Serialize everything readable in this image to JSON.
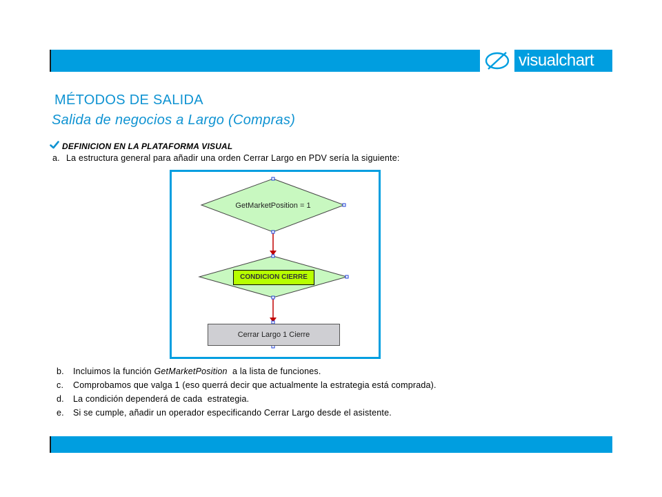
{
  "brand": {
    "logo_icon": "visualchart-logo-icon",
    "name": "visualchart",
    "color": "#009ee0"
  },
  "slide": {
    "title": "MÉTODOS DE SALIDA",
    "subtitle": "Salida de negocios a Largo (Compras)",
    "section_icon": "checkmark-icon",
    "section_heading": "DEFINICION EN LA PLATAFORMA VISUAL",
    "intro_marker": "a.",
    "intro_text": "La estructura general para añadir una orden Cerrar Largo en PDV sería la siguiente:"
  },
  "diagram": {
    "top_condition": "GetMarketPosition = 1",
    "second_condition": "CONDICION CIERRE",
    "action": "Cerrar Largo 1 Cierre",
    "colors": {
      "diamond_fill": "#c8f8c0",
      "condition_label_fill": "#b7ff00",
      "action_fill": "#cfcfd3",
      "connector": "#c00000",
      "handle": "#1c3fd8"
    }
  },
  "list": [
    {
      "marker": "b.",
      "before": "Incluimos la función ",
      "emphasis": "GetMarketPosition",
      "after": "  a la lista de funciones."
    },
    {
      "marker": "c.",
      "text": "Comprobamos que valga 1 (eso querrá decir que actualmente la estrategia está comprada)."
    },
    {
      "marker": "d.",
      "text": "La condición dependerá de cada  estrategia."
    },
    {
      "marker": "e.",
      "text": "Si se cumple, añadir un operador especificando Cerrar Largo desde el asistente."
    }
  ]
}
